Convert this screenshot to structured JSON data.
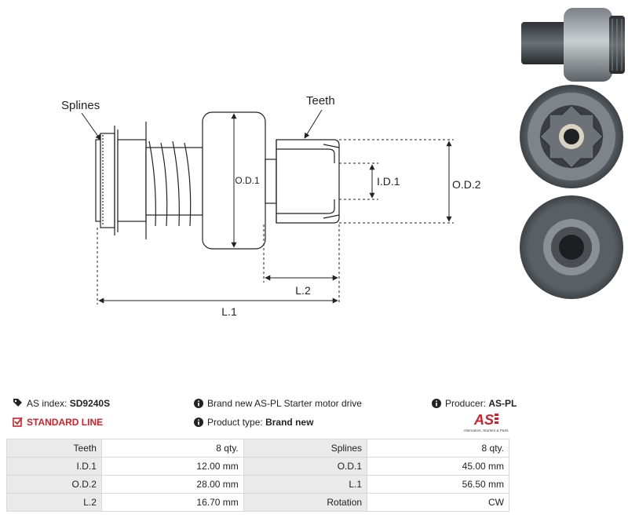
{
  "diagram": {
    "labels": {
      "splines": "Splines",
      "teeth": "Teeth",
      "od1": "O.D.1",
      "id1": "I.D.1",
      "od2": "O.D.2",
      "l2": "L.2",
      "l1": "L.1"
    }
  },
  "info": {
    "as_index_label": "AS index:",
    "as_index_value": "SD9240S",
    "line": "STANDARD LINE",
    "description": "Brand new AS-PL Starter motor drive",
    "product_type_label": "Product type:",
    "product_type_value": "Brand new",
    "producer_label": "Producer:",
    "producer_value": "AS-PL",
    "logo_text": "AS",
    "logo_tagline": "Alternators, Starters & Parts"
  },
  "specs": [
    [
      "Teeth",
      "8 qty.",
      "Splines",
      "8 qty."
    ],
    [
      "I.D.1",
      "12.00 mm",
      "O.D.1",
      "45.00 mm"
    ],
    [
      "O.D.2",
      "28.00 mm",
      "L.1",
      "56.50 mm"
    ],
    [
      "L.2",
      "16.70 mm",
      "Rotation",
      "CW"
    ]
  ],
  "colors": {
    "accent": "#d0202a",
    "header_cell": "#eaeaea"
  }
}
